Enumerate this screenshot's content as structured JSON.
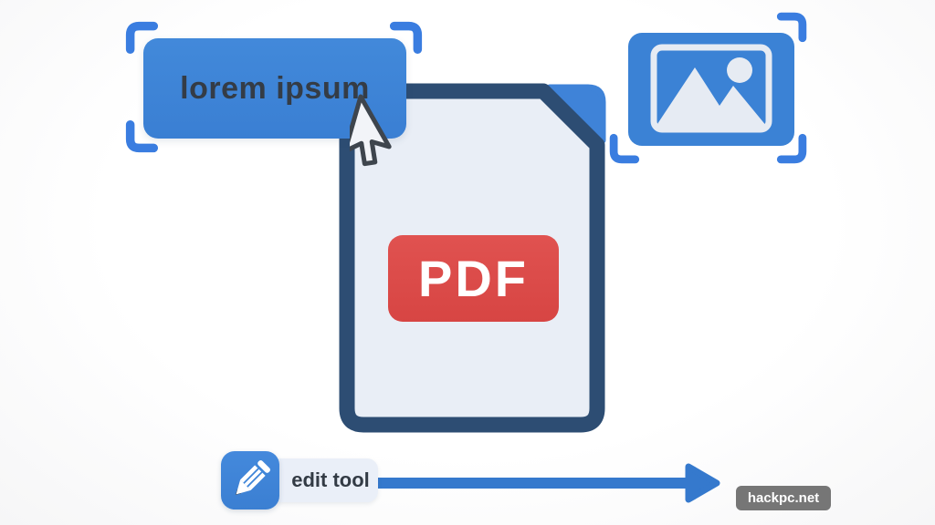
{
  "illustration": {
    "theme": "pdf-editing",
    "colors": {
      "accent_blue": "#3d86d8",
      "bracket_blue": "#3a7de0",
      "navy_outline": "#2d4d73",
      "page_fill": "#e9eef6",
      "fold_blue": "#3f83d8",
      "badge_red": "#dc4a48",
      "arrow_blue": "#3579cd",
      "chip_bg": "#eaeff8",
      "text_dark": "#343c46",
      "watermark_bg": "#6a6a6a"
    },
    "text_block": {
      "label": "lorem ipsum"
    },
    "pdf_document": {
      "badge_label": "PDF"
    },
    "image_placeholder": {
      "icon": "image-icon"
    },
    "toolbar": {
      "tool_icon": "pencil-icon",
      "tool_label": "edit tool",
      "arrow_icon": "arrow-right-icon"
    },
    "watermark": {
      "label": "hackpc.net"
    }
  }
}
